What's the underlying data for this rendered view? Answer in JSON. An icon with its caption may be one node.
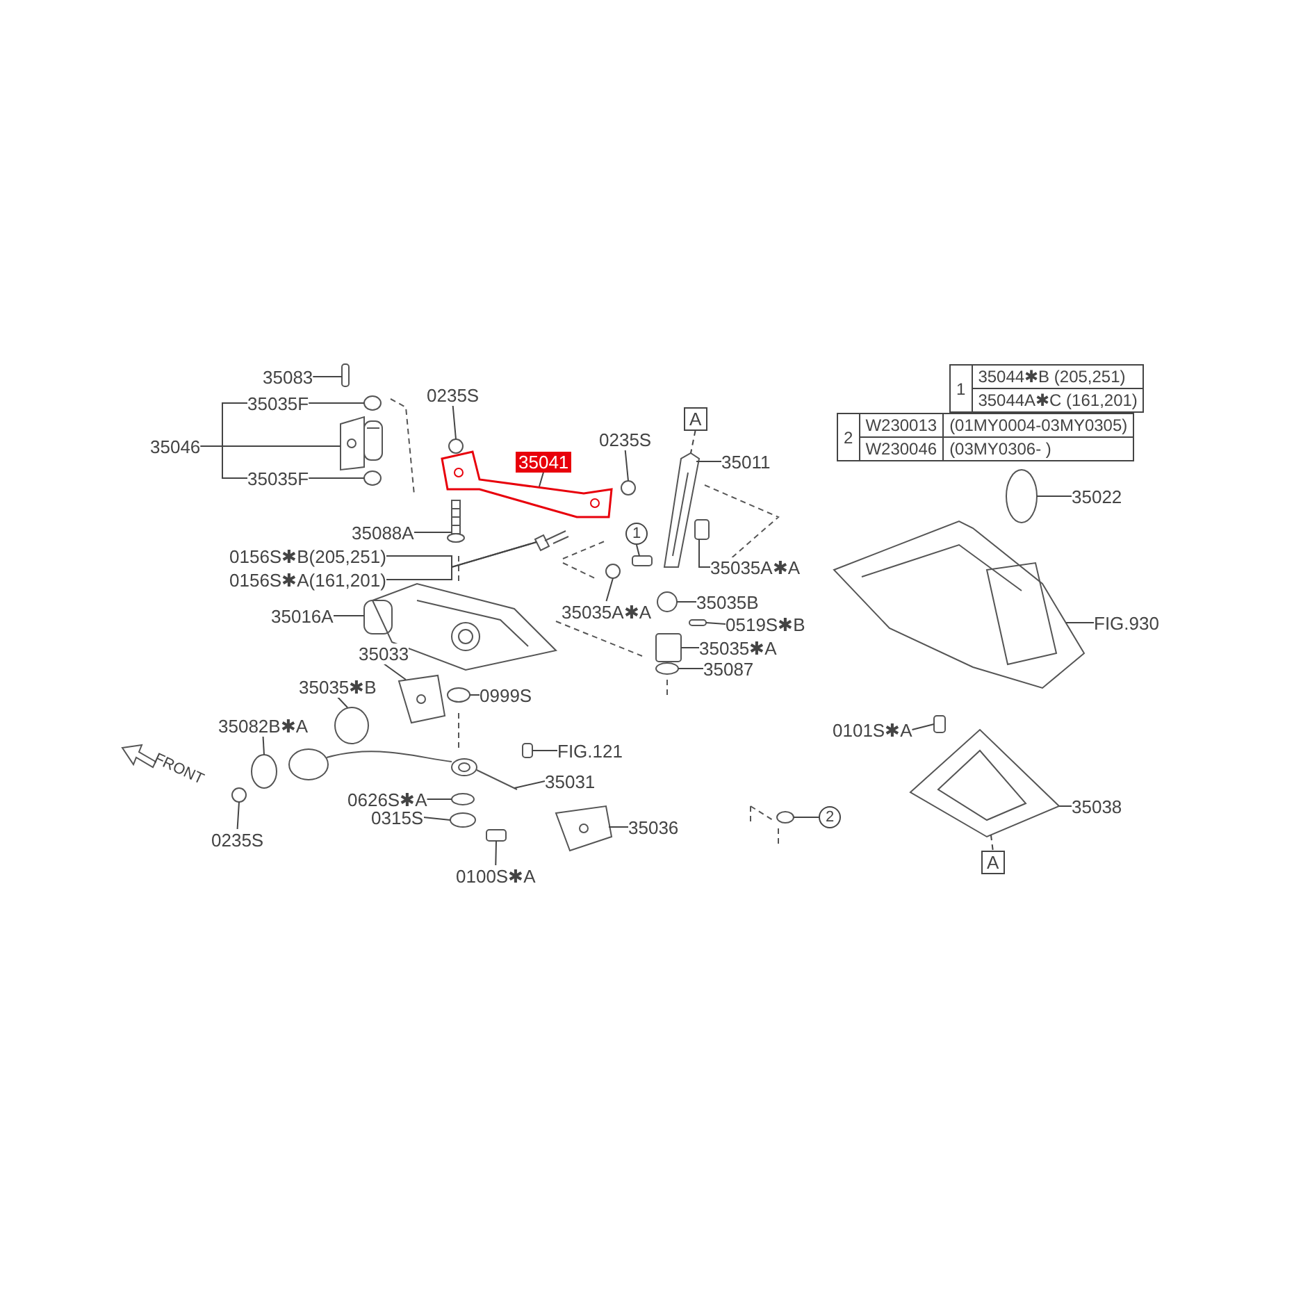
{
  "diagram": {
    "nodes": [
      {
        "text": [
          "35083"
        ]
      },
      {
        "text": [
          "35035F"
        ]
      },
      {
        "text": [
          "35046"
        ]
      },
      {
        "text": [
          "35035F"
        ]
      },
      {
        "text": [
          "0235S"
        ]
      },
      {
        "text": [
          "35041"
        ]
      },
      {
        "text": [
          "0235S"
        ]
      },
      {
        "text": [
          "35088A"
        ]
      },
      {
        "text": [
          "0156S✱B(205,251)"
        ]
      },
      {
        "text": [
          "0156S✱A(161,201)"
        ]
      },
      {
        "text": [
          "A"
        ]
      },
      {
        "text": [
          "35011"
        ]
      },
      {
        "text": [
          "1"
        ]
      },
      {
        "text": [
          "35035A✱A"
        ]
      },
      {
        "text": [
          "35035A✱A"
        ]
      },
      {
        "text": [
          "35035B"
        ]
      },
      {
        "text": [
          "0519S✱B"
        ]
      },
      {
        "text": [
          "35035✱A"
        ]
      },
      {
        "text": [
          "35087"
        ]
      },
      {
        "text": [
          "35016A"
        ]
      },
      {
        "text": [
          "35033"
        ]
      },
      {
        "text": [
          "0999S"
        ]
      },
      {
        "text": [
          "35035✱B"
        ]
      },
      {
        "text": [
          "35082B✱A"
        ]
      },
      {
        "text": [
          "FIG.121"
        ]
      },
      {
        "text": [
          "35031"
        ]
      },
      {
        "text": [
          "0626S✱A"
        ]
      },
      {
        "text": [
          "0315S"
        ]
      },
      {
        "text": [
          "0235S"
        ]
      },
      {
        "text": [
          "35036"
        ]
      },
      {
        "text": [
          "0100S✱A"
        ]
      },
      {
        "text": [
          "2"
        ]
      },
      {
        "text": [
          "35022"
        ]
      },
      {
        "text": [
          "FIG.930"
        ]
      },
      {
        "text": [
          "0101S✱A"
        ]
      },
      {
        "text": [
          "35038"
        ]
      },
      {
        "text": [
          "A"
        ]
      },
      {
        "text": [],
        "shape": "box"
      },
      {
        "text": [],
        "shape": "circle"
      },
      {
        "text": [],
        "shape": "picture"
      },
      {
        "text": [],
        "shape": "circle"
      },
      {
        "text": [],
        "shape": "circle"
      },
      {
        "text": [],
        "shape": "picture"
      },
      {
        "text": [],
        "shape": "circle"
      },
      {
        "text": [],
        "shape": "picture"
      },
      {
        "text": [],
        "shape": "picture"
      },
      {
        "text": [],
        "shape": "picture"
      },
      {
        "text": [],
        "shape": "box"
      },
      {
        "text": [],
        "shape": "box"
      },
      {
        "text": [],
        "shape": "circle"
      },
      {
        "text": [],
        "shape": "circle"
      },
      {
        "text": [],
        "shape": "box"
      },
      {
        "text": [],
        "shape": "box"
      },
      {
        "text": [],
        "shape": "circle"
      },
      {
        "text": [],
        "shape": "picture"
      },
      {
        "text": [],
        "shape": "picture"
      },
      {
        "text": [],
        "shape": "circle"
      },
      {
        "text": [],
        "shape": "circle"
      },
      {
        "text": [],
        "shape": "circle"
      },
      {
        "text": [],
        "shape": "box"
      },
      {
        "text": [],
        "shape": "picture"
      },
      {
        "text": [],
        "shape": "circle"
      },
      {
        "text": [],
        "shape": "circle"
      },
      {
        "text": [],
        "shape": "circle"
      },
      {
        "text": [],
        "shape": "picture"
      },
      {
        "text": [],
        "shape": "box"
      },
      {
        "text": [],
        "shape": "circle"
      },
      {
        "text": [],
        "shape": "circle"
      },
      {
        "text": [],
        "shape": "picture"
      },
      {
        "text": [],
        "shape": "box"
      },
      {
        "text": [],
        "shape": "picture"
      }
    ],
    "edges": [
      {
        "from": 0,
        "to": 37,
        "arrow": "none"
      },
      {
        "from": 1,
        "to": 38,
        "arrow": "none"
      },
      {
        "from": 2,
        "to": 39,
        "arrow": "none"
      },
      {
        "from": 3,
        "to": 40,
        "arrow": "none"
      },
      {
        "from": 4,
        "to": 41,
        "arrow": "none"
      },
      {
        "from": 5,
        "to": 42,
        "arrow": "none"
      },
      {
        "from": 6,
        "to": 43,
        "arrow": "none"
      },
      {
        "from": 7,
        "to": 44,
        "arrow": "none"
      },
      {
        "from": 8,
        "to": 45,
        "arrow": "none"
      },
      {
        "from": 9,
        "to": 45,
        "arrow": "none"
      },
      {
        "from": 10,
        "to": 46,
        "arrow": "none",
        "style": "dashed"
      },
      {
        "from": 11,
        "to": 46,
        "arrow": "none"
      },
      {
        "from": 12,
        "to": 47,
        "arrow": "none"
      },
      {
        "from": 13,
        "to": 48,
        "arrow": "none"
      },
      {
        "from": 14,
        "to": 49,
        "arrow": "none"
      },
      {
        "from": 15,
        "to": 50,
        "arrow": "none"
      },
      {
        "from": 16,
        "to": 51,
        "arrow": "none"
      },
      {
        "from": 17,
        "to": 52,
        "arrow": "none"
      },
      {
        "from": 18,
        "to": 53,
        "arrow": "none"
      },
      {
        "from": 19,
        "to": 54,
        "arrow": "none"
      },
      {
        "from": 20,
        "to": 55,
        "arrow": "none"
      },
      {
        "from": 21,
        "to": 56,
        "arrow": "none"
      },
      {
        "from": 22,
        "to": 57,
        "arrow": "none"
      },
      {
        "from": 23,
        "to": 58,
        "arrow": "none"
      },
      {
        "from": 24,
        "to": 59,
        "arrow": "none"
      },
      {
        "from": 25,
        "to": 60,
        "arrow": "none"
      },
      {
        "from": 26,
        "to": 61,
        "arrow": "none"
      },
      {
        "from": 27,
        "to": 62,
        "arrow": "none"
      },
      {
        "from": 28,
        "to": 63,
        "arrow": "none"
      },
      {
        "from": 29,
        "to": 64,
        "arrow": "none"
      },
      {
        "from": 30,
        "to": 65,
        "arrow": "none"
      },
      {
        "from": 31,
        "to": 66,
        "arrow": "none"
      },
      {
        "from": 32,
        "to": 67,
        "arrow": "none"
      },
      {
        "from": 33,
        "to": 68,
        "arrow": "none"
      },
      {
        "from": 34,
        "to": 69,
        "arrow": "none"
      },
      {
        "from": 35,
        "to": 70,
        "arrow": "none"
      },
      {
        "from": 36,
        "to": 70,
        "arrow": "none",
        "style": "dashed"
      },
      {
        "from": 1,
        "to": 3,
        "arrow": "none"
      }
    ],
    "labels": [
      "1",
      "35044✱B (205,251)",
      "35044A✱C (161,201)",
      "2",
      "W230013",
      "(01MY0004-03MY0305)",
      "W230046",
      "(03MY0306- )",
      "FRONT"
    ]
  }
}
